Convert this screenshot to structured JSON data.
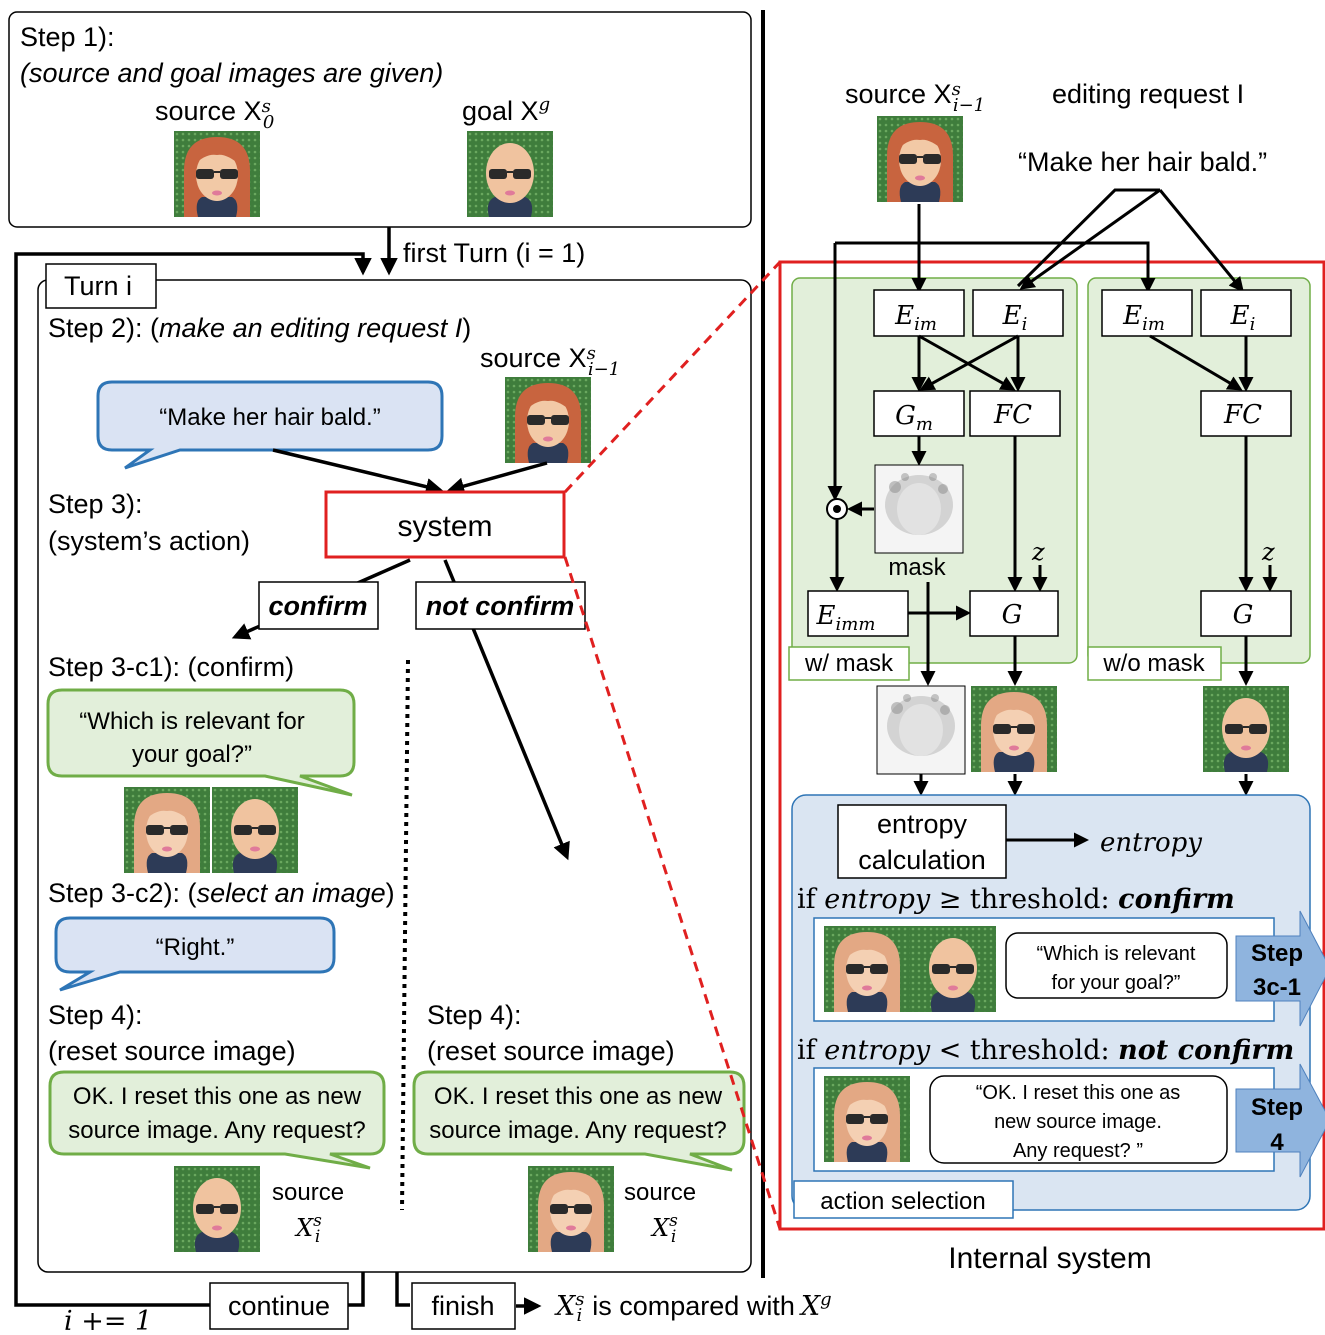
{
  "left": {
    "step1": {
      "title": "Step 1):",
      "subtitle": "(source and goal images are given)",
      "source_label": "source X",
      "goal_label": "goal X"
    },
    "first_turn": "first Turn (i = 1)",
    "turn_label": "Turn i",
    "step2": {
      "label": "Step 2): (",
      "italic": "make an editing request I",
      "close": ")"
    },
    "source_prev": "source X",
    "speech_request": "“Make her hair bald.”",
    "step3": {
      "title": "Step 3):",
      "subtitle": "(system’s action)"
    },
    "system_label": "system",
    "confirm_label": "confirm",
    "not_confirm_label": "not confirm",
    "step3c1": "Step 3-c1): (confirm)",
    "speech_which": [
      "“Which is relevant for",
      "your goal?”"
    ],
    "step3c2": {
      "label": "Step 3-c2): (",
      "italic": "select an image",
      "close": ")"
    },
    "speech_right": "“Right.”",
    "step4_left": {
      "title": "Step 4):",
      "subtitle": "(reset source image)"
    },
    "step4_right": {
      "title": "Step 4):",
      "subtitle": "(reset source image)"
    },
    "speech_ok_left": [
      "OK. I reset this one as new",
      "source image. Any request?"
    ],
    "speech_ok_right": [
      "OK. I reset this one as new",
      "source image.  Any request?"
    ],
    "source_new": "source",
    "continue_label": "continue",
    "finish_label": "finish",
    "increment": "i += 1",
    "compare_text": "is compared with"
  },
  "right": {
    "source_prev": "source X",
    "editing_request": "editing request I",
    "request_quote": "“Make her hair bald.”",
    "modules": {
      "e_im": "E",
      "e_i": "E",
      "g_m": "G",
      "fc": "FC",
      "e_imm": "E",
      "g": "G",
      "z": "z"
    },
    "mask_label": "mask",
    "w_mask": "w/ mask",
    "wo_mask": "w/o mask",
    "entropy_calc": [
      "entropy",
      "calculation"
    ],
    "entropy_out": "entropy",
    "if_confirm": {
      "pre": "if ",
      "var": "entropy",
      "op": " ≥ threshold: ",
      "action": "confirm"
    },
    "if_not_confirm": {
      "pre": "if ",
      "var": "entropy",
      "op": " < threshold: ",
      "action": "not confirm"
    },
    "speech_which": [
      "“Which is relevant",
      "for your goal?”"
    ],
    "speech_ok": [
      "“OK. I reset this one as",
      "new source image.",
      "Any request? ”"
    ],
    "step3c1_arrow": [
      "Step",
      "3c-1"
    ],
    "step4_arrow": [
      "Step",
      "4"
    ],
    "action_selection": "action selection",
    "internal_system": "Internal system"
  },
  "colors": {
    "red": "#e02020",
    "green_fill": "#e2efda",
    "green_border": "#70ad47",
    "blue_fill": "#dae5f2",
    "blue_border": "#2e75b6",
    "speech_blue": "#dae3f3",
    "speech_green": "#e2efda",
    "step_arrow": "#8fb4de"
  }
}
